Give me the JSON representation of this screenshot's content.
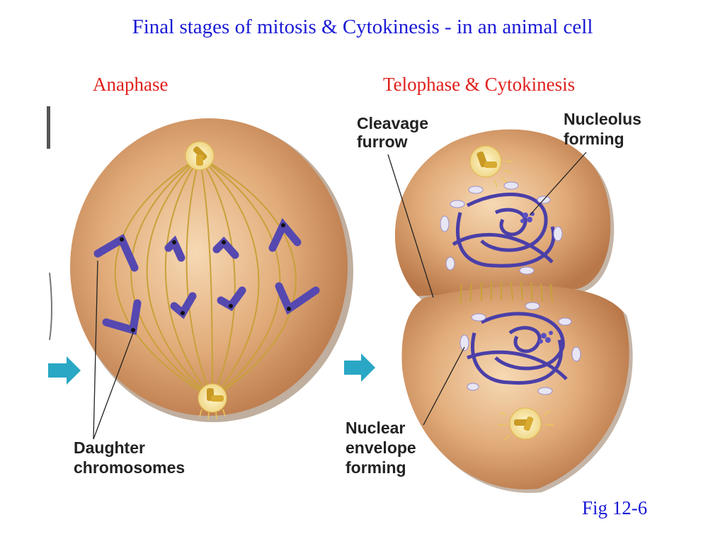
{
  "title": "Final stages of mitosis & Cytokinesis - in an animal cell",
  "stages": {
    "anaphase": "Anaphase",
    "telophase": "Telophase & Cytokinesis"
  },
  "labels": {
    "daughter_line1": "Daughter",
    "daughter_line2": "chromosomes",
    "cleavage_line1": "Cleavage",
    "cleavage_line2": "furrow",
    "nucleolus_line1": "Nucleolus",
    "nucleolus_line2": "forming",
    "nuclear_line1": "Nuclear",
    "nuclear_line2": "envelope",
    "nuclear_line3": "forming"
  },
  "figure_ref": "Fig 12-6",
  "colors": {
    "title": "#1a1ad6",
    "stage_label": "#e0201c",
    "cell_fill": "#d79a67",
    "chromosome": "#5548b0",
    "spindle": "#c8a13a",
    "arrow": "#2aa7c4"
  }
}
